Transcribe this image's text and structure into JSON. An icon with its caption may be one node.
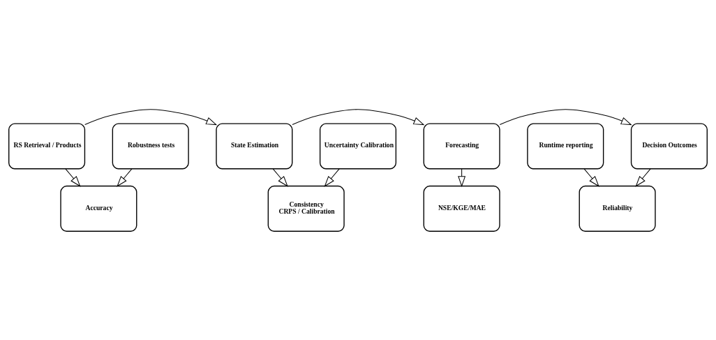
{
  "diagram": {
    "nodes": [
      {
        "text": [
          "RS Retrieval / Products"
        ]
      },
      {
        "text": [
          "State Estimation"
        ]
      },
      {
        "text": [
          "Forecasting"
        ]
      },
      {
        "text": [
          "Decision Outcomes"
        ]
      },
      {
        "text": [
          "Accuracy"
        ]
      },
      {
        "text": [
          "Consistency",
          "CRPS / Calibration"
        ]
      },
      {
        "text": [
          "NSE/KGE/MAE"
        ]
      },
      {
        "text": [
          "Reliability"
        ]
      },
      {
        "text": [
          "Robustness tests"
        ]
      },
      {
        "text": [
          "Uncertainty Calibration"
        ]
      },
      {
        "text": [
          "Runtime reporting"
        ]
      }
    ],
    "edges": [
      {
        "from": 0,
        "to": 1,
        "arrow": "to"
      },
      {
        "from": 1,
        "to": 2,
        "arrow": "to"
      },
      {
        "from": 2,
        "to": 3,
        "arrow": "to"
      },
      {
        "from": 0,
        "to": 4,
        "arrow": "to"
      },
      {
        "from": 1,
        "to": 5,
        "arrow": "to"
      },
      {
        "from": 2,
        "to": 6,
        "arrow": "to"
      },
      {
        "from": 3,
        "to": 7,
        "arrow": "to"
      },
      {
        "from": 8,
        "to": 4,
        "arrow": "to"
      },
      {
        "from": 9,
        "to": 5,
        "arrow": "to"
      },
      {
        "from": 10,
        "to": 7,
        "arrow": "to"
      }
    ]
  }
}
